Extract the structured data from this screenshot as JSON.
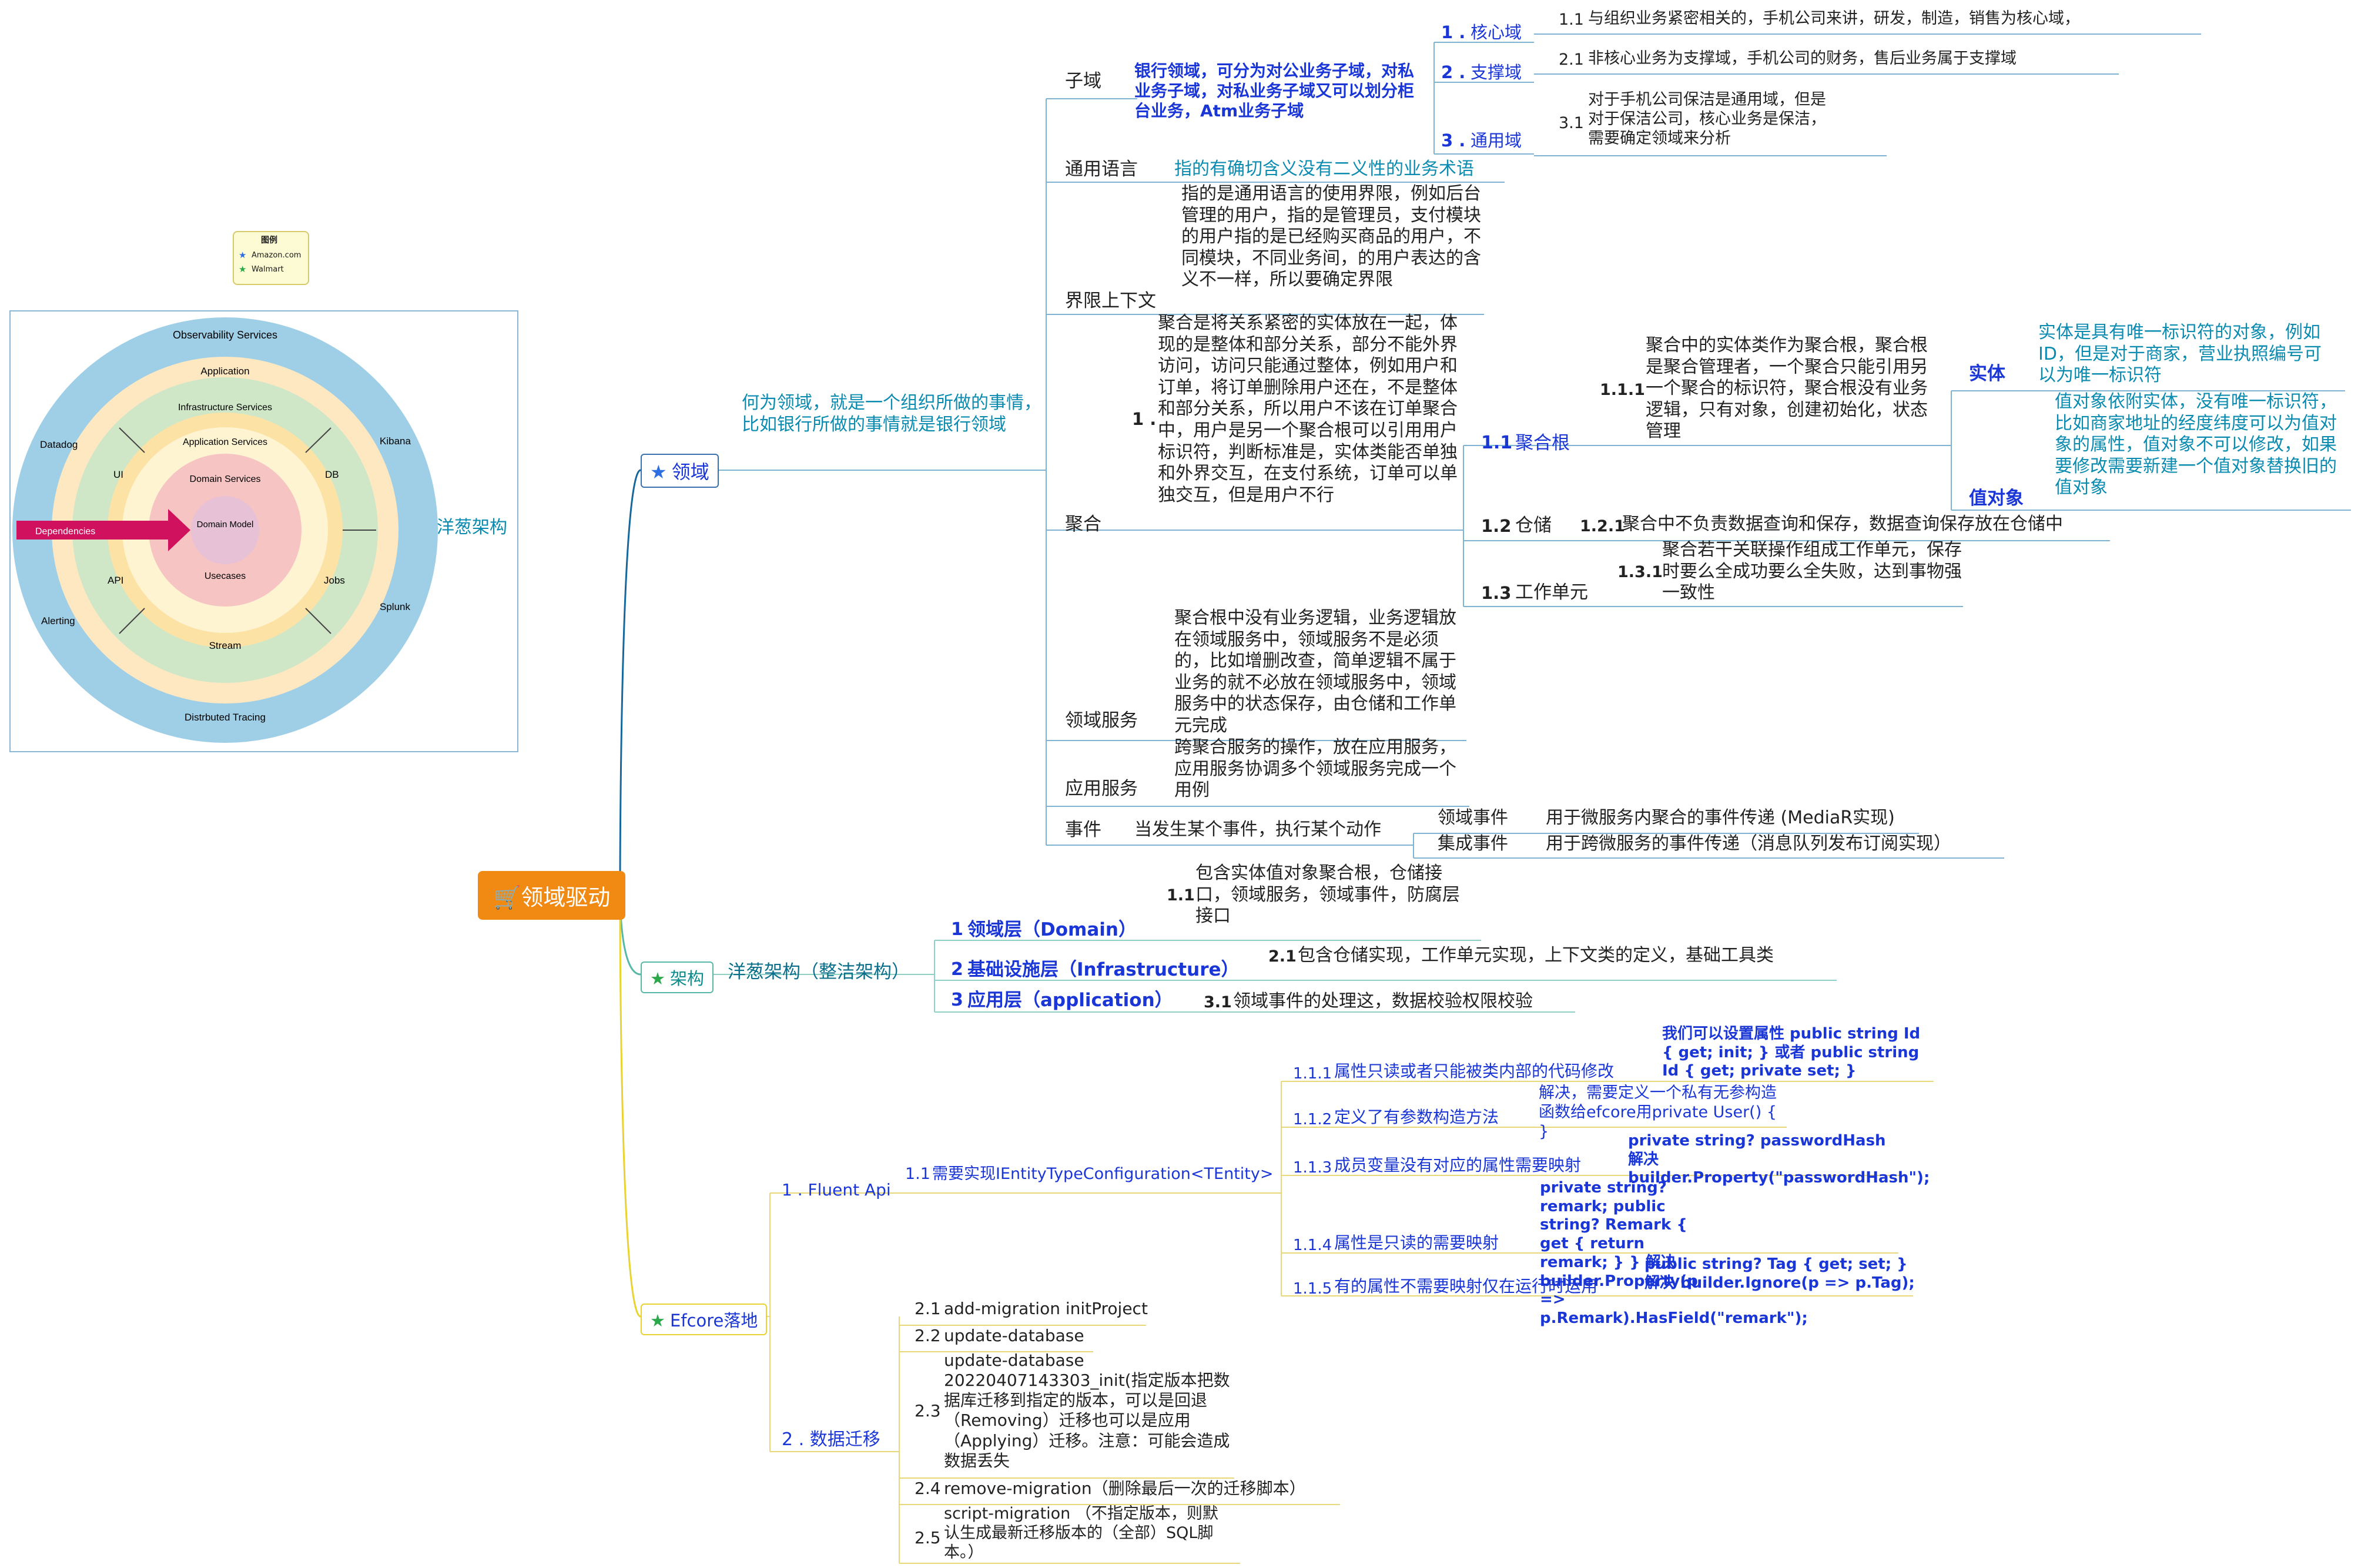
{
  "root": {
    "label": "🛒领域驱动",
    "color": "#f18a12"
  },
  "legend": {
    "title": "图例",
    "items": [
      {
        "label": "Amazon.com",
        "color": "#2d6fe0"
      },
      {
        "label": "Walmart",
        "color": "#2aa84a"
      }
    ]
  },
  "onion": {
    "caption": "洋葱架构",
    "outer_ring": "Observability Services",
    "outer_labels": [
      "Datadog",
      "Kibana",
      "Alerting",
      "Splunk",
      "Distrbuted Tracing"
    ],
    "application": "Application",
    "infrastructure": "Infrastructure Services",
    "infra_labels": [
      "UI",
      "DB",
      "API",
      "Jobs",
      "Stream"
    ],
    "application_services": "Application Services",
    "domain_services": "Domain Services",
    "domain_model": "Domain Model",
    "usecases": "Usecases",
    "dependencies": "Dependencies"
  },
  "domain": {
    "label": "领域",
    "desc": "何为领域，就是一个组织所做的事情，比如银行所做的事情就是银行领域",
    "subdomain": {
      "label": "子域",
      "desc": "银行领域，可分为对公业务子域，对私业务子域，对私业务子域又可以划分柜台业务，Atm业务子域",
      "core": {
        "num": "1 .",
        "label": "核心域",
        "detail_num": "1.1",
        "detail": "与组织业务紧密相关的，手机公司来讲，研发，制造，销售为核心域，"
      },
      "support": {
        "num": "2 .",
        "label": "支撑域",
        "detail_num": "2.1",
        "detail": "非核心业务为支撑域，手机公司的财务，售后业务属于支撑域"
      },
      "generic": {
        "num": "3 .",
        "label": "通用域",
        "detail_num": "3.1",
        "detail": "对于手机公司保洁是通用域，但是对于保洁公司，核心业务是保洁，需要确定领域来分析"
      }
    },
    "language": {
      "label": "通用语言",
      "desc": "指的有确切含义没有二义性的业务术语"
    },
    "context": {
      "label": "界限上下文",
      "desc": "指的是通用语言的使用界限，例如后台管理的用户，指的是管理员，支付模块的用户指的是已经购买商品的用户，不同模块，不同业务间，的用户表达的含义不一样，所以要确定界限"
    },
    "aggregate": {
      "label": "聚合",
      "num": "1 .",
      "desc": "聚合是将关系紧密的实体放在一起，体现的是整体和部分关系，部分不能外界访问，访问只能通过整体，例如用户和订单，将订单删除用户还在，不是整体和部分关系，所以用户不该在订单聚合中，用户是另一个聚合根可以引用用户标识符，判断标准是，实体类能否单独和外界交互，在支付系统，订单可以单独交互，但是用户不行",
      "root": {
        "num": "1.1",
        "label": "聚合根",
        "detail_num": "1.1.1",
        "detail": "聚合中的实体类作为聚合根，聚合根是聚合管理者，一个聚合只能引用另一个聚合的标识符，聚合根没有业务逻辑，只有对象，创建初始化，状态管理",
        "entity": {
          "label": "实体",
          "desc": "实体是具有唯一标识符的对象，例如ID，但是对于商家，营业执照编号可以为唯一标识符"
        },
        "value_object": {
          "label": "值对象",
          "desc": "值对象依附实体，没有唯一标识符，比如商家地址的经度纬度可以为值对象的属性，值对象不可以修改，如果要修改需要新建一个值对象替换旧的值对象"
        }
      },
      "repository": {
        "num": "1.2",
        "label": "仓储",
        "detail_num": "1.2.1",
        "detail": "聚合中不负责数据查询和保存，数据查询保存放在仓储中"
      },
      "uow": {
        "num": "1.3",
        "label": "工作单元",
        "detail_num": "1.3.1",
        "detail": "聚合若干关联操作组成工作单元，保存时要么全成功要么全失败，达到事物强一致性"
      }
    },
    "domain_service": {
      "label": "领域服务",
      "desc": "聚合根中没有业务逻辑，业务逻辑放在领域服务中，领域服务不是必须的，比如增删改查，简单逻辑不属于业务的就不必放在领域服务中，领域服务中的状态保存，由仓储和工作单元完成"
    },
    "app_service": {
      "label": "应用服务",
      "desc": "跨聚合服务的操作，放在应用服务，应用服务协调多个领域服务完成一个用例"
    },
    "event": {
      "label": "事件",
      "desc": "当发生某个事件，执行某个动作",
      "domain_event": {
        "label": "领域事件",
        "desc": "用于微服务内聚合的事件传递 (MediaR实现)"
      },
      "integration_event": {
        "label": "集成事件",
        "desc": "用于跨微服务的事件传递（消息队列发布订阅实现）"
      }
    }
  },
  "arch": {
    "label": "架构",
    "desc": "洋葱架构（整洁架构）",
    "layer1": {
      "num": "1",
      "label": "领域层（Domain）",
      "detail_num": "1.1",
      "detail": "包含实体值对象聚合根，仓储接口，领域服务，领域事件，防腐层接口"
    },
    "layer2": {
      "num": "2",
      "label": "基础设施层（Infrastructure）",
      "detail_num": "2.1",
      "detail": "包含仓储实现，工作单元实现，上下文类的定义，基础工具类"
    },
    "layer3": {
      "num": "3",
      "label": "应用层（application）",
      "detail_num": "3.1",
      "detail": "领域事件的处理这，数据校验权限校验"
    }
  },
  "efcore": {
    "label": "Efcore落地",
    "fluent": {
      "label": "1 . Fluent Api",
      "sub": {
        "num": "1.1",
        "label": "需要实现IEntityTypeConfiguration<TEntity>"
      },
      "items": [
        {
          "num": "1.1.1",
          "label": "属性只读或者只能被类内部的代码修改",
          "desc": "我们可以设置属性 public string Id { get; init; } 或者 public string Id { get; private set; }"
        },
        {
          "num": "1.1.2",
          "label": "定义了有参数构造方法",
          "desc": "解决，需要定义一个私有无参构造函数给efcore用private User() { }"
        },
        {
          "num": "1.1.3",
          "label": "成员变量没有对应的属性需要映射",
          "desc": "private string? passwordHash 解决 builder.Property(\"passwordHash\");"
        },
        {
          "num": "1.1.4",
          "label": "属性是只读的需要映射",
          "desc": "private string? remark; public string? Remark { get { return remark; } } 解决 builder.Property(p => p.Remark).HasField(\"remark\");"
        },
        {
          "num": "1.1.5",
          "label": "有的属性不需要映射仅在运行时运用",
          "desc": "public string? Tag { get; set; }解决 builder.Ignore(p => p.Tag);"
        }
      ]
    },
    "migration": {
      "label": "2 . 数据迁移",
      "items": [
        {
          "num": "2.1",
          "text": "add-migration initProject"
        },
        {
          "num": "2.2",
          "text": "update-database"
        },
        {
          "num": "2.3",
          "text": "update-database 20220407143303_init(指定版本把数据库迁移到指定的版本，可以是回退（Removing）迁移也可以是应用（Applying）迁移。注意：可能会造成数据丢失"
        },
        {
          "num": "2.4",
          "text": "remove-migration（删除最后一次的迁移脚本）"
        },
        {
          "num": "2.5",
          "text": "script-migration （不指定版本，则默认生成最新迁移版本的（全部）SQL脚本。）"
        }
      ]
    }
  }
}
